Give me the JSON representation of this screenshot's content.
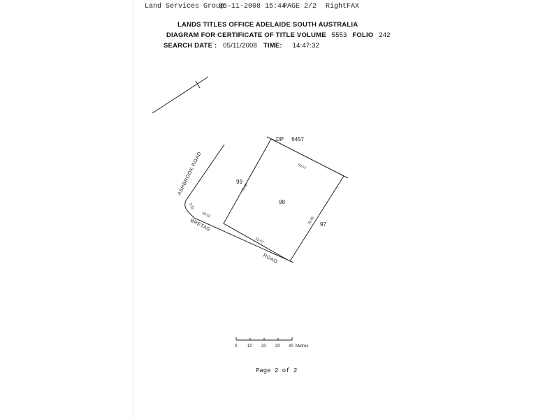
{
  "fax_header": {
    "sender": "Land Services Group",
    "datetime": "05-11-2008 15:44",
    "page": "PAGE  2/2",
    "service": "RightFAX"
  },
  "header": {
    "office": "LANDS TITLES OFFICE  ADELAIDE  SOUTH AUSTRALIA",
    "diagram_label": "DIAGRAM FOR CERTIFICATE OF TITLE VOLUME",
    "volume": "5553",
    "folio_label": "FOLIO",
    "folio": "242",
    "search_date_label": "SEARCH DATE :",
    "search_date": "05/11/2008",
    "time_label": "TIME:",
    "time": "14:47:32"
  },
  "plan": {
    "dp_label": "DP",
    "dp_number": "6457",
    "lot_subject": "98",
    "lot_left": "99",
    "lot_right": "97",
    "road_west": "ASHBROOK   ROAD",
    "road_south_1": "BRETAG",
    "road_south_2": "ROAD",
    "dim_top": "53.57",
    "dim_bottom": "53.57",
    "dim_left": "75.46",
    "dim_right": "75.46",
    "dim_corner_a": "5.52",
    "dim_corner_b": "50.52"
  },
  "scale_bar": {
    "ticks": [
      "0",
      "10",
      "20",
      "30",
      "40"
    ],
    "unit": "Metres"
  },
  "footer": {
    "page_text": "Page 2 of 2"
  }
}
